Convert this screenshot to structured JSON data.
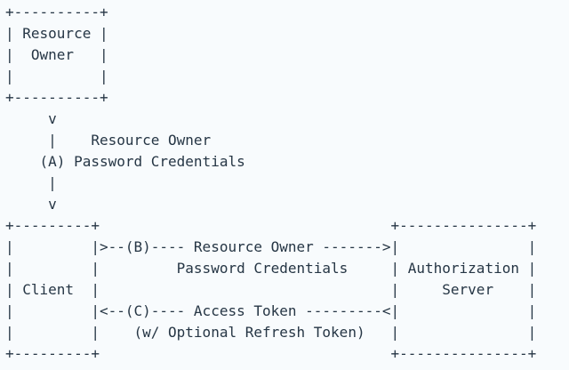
{
  "colors": {
    "background": "#f8fbfd",
    "text": "#263645"
  },
  "diagram": {
    "entities": [
      "Resource Owner",
      "Client",
      "Authorization Server"
    ],
    "steps": [
      {
        "id": "A",
        "label": "Resource Owner Password Credentials"
      },
      {
        "id": "B",
        "label": "Resource Owner Password Credentials"
      },
      {
        "id": "C",
        "label": "Access Token (w/ Optional Refresh Token)"
      }
    ],
    "lines": [
      "+----------+",
      "| Resource |",
      "|  Owner   |",
      "|          |",
      "+----------+",
      "     v",
      "     |    Resource Owner",
      "    (A) Password Credentials",
      "     |",
      "     v",
      "+---------+                                  +---------------+",
      "|         |>--(B)---- Resource Owner ------->|               |",
      "|         |         Password Credentials     | Authorization |",
      "| Client  |                                  |     Server    |",
      "|         |<--(C)---- Access Token ---------<|               |",
      "|         |    (w/ Optional Refresh Token)   |               |",
      "+---------+                                  +---------------+"
    ]
  }
}
